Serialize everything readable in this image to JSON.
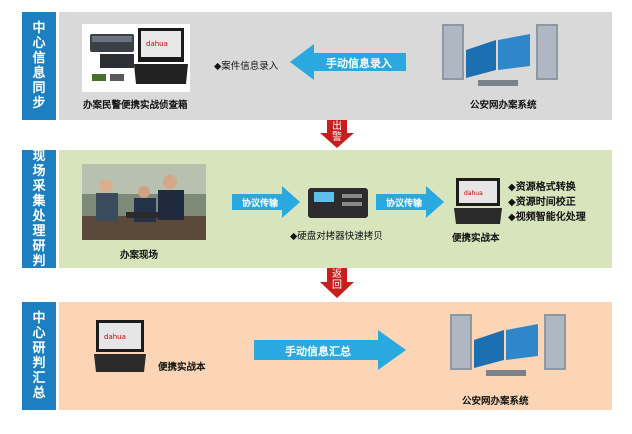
{
  "stages": [
    {
      "id": "sync",
      "label": "中心信息同步"
    },
    {
      "id": "field",
      "label": "现场采集处理研判"
    },
    {
      "id": "center",
      "label": "中心研判汇总"
    }
  ],
  "row1": {
    "device_caption": "办案民警便携实战侦查箱",
    "note": "◆案件信息录入",
    "arrow_label": "手动信息录入",
    "system_caption": "公安网办案系统"
  },
  "transition1": {
    "label": "出警"
  },
  "row2": {
    "scene_caption": "办案现场",
    "arrow1_label": "协议传输",
    "arrow2_label": "协议传输",
    "copier_caption": "◆硬盘对拷器快速拷贝",
    "laptop_caption": "便携实战本",
    "bullets": [
      "◆资源格式转换",
      "◆资源时间校正",
      "◆视频智能化处理"
    ]
  },
  "transition2": {
    "label": "返回"
  },
  "row3": {
    "laptop_caption": "便携实战本",
    "arrow_label": "手动信息汇总",
    "system_caption": "公安网办案系统"
  },
  "colors": {
    "stage": "#1b7fc1",
    "row1": "#d9d9d9",
    "row2": "#d8e4bc",
    "row3": "#fbd5b5",
    "arrow": "#29a9e0",
    "red": "#c81e1e"
  }
}
